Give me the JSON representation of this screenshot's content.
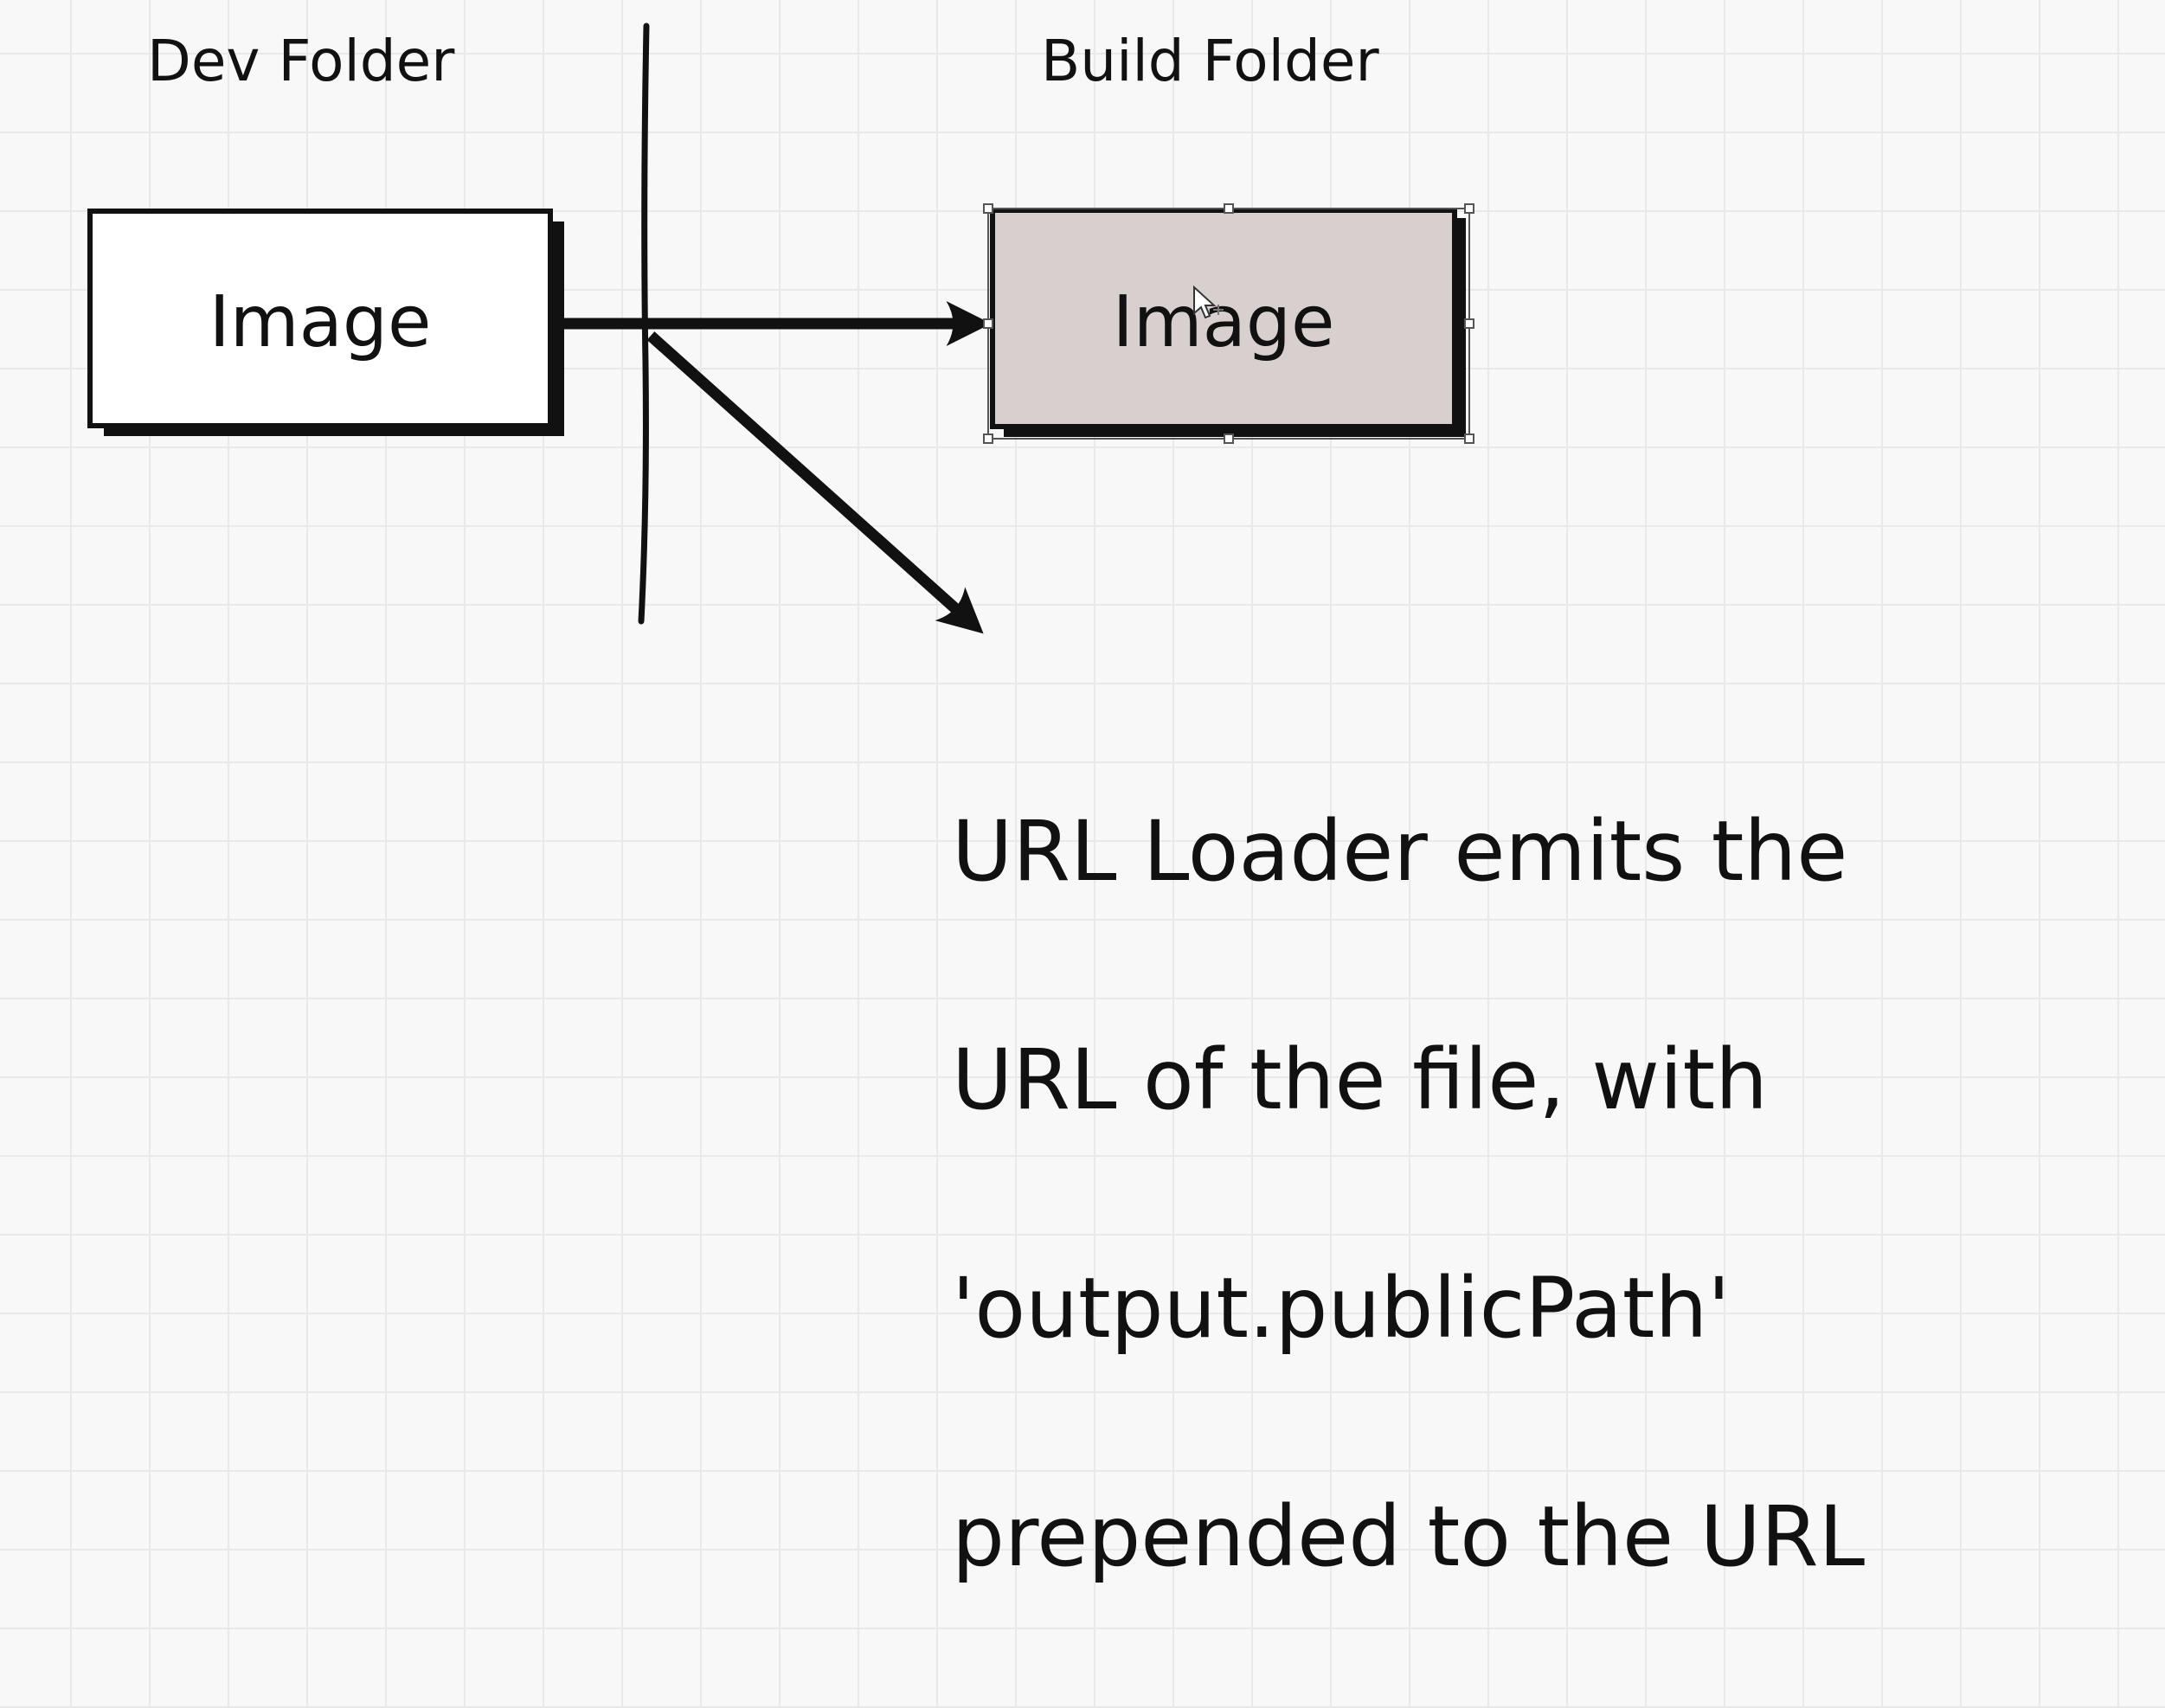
{
  "headings": {
    "dev": "Dev Folder",
    "build": "Build Folder"
  },
  "nodes": {
    "dev_image": {
      "label": "Image",
      "fill": "#ffffff"
    },
    "build_image": {
      "label": "Image",
      "fill": "#d8d0cf",
      "selected": true
    }
  },
  "edges": [
    {
      "from": "dev_image",
      "to": "build_image",
      "style": "arrow"
    },
    {
      "from": "dev_image",
      "to": "note",
      "style": "arrow"
    }
  ],
  "separator": "vertical-line",
  "note": {
    "lines": [
      "URL Loader emits the",
      "URL of the file, with",
      "'output.publicPath'",
      "prepended to the URL"
    ]
  },
  "colors": {
    "stroke": "#111111",
    "grid": "#e9e9e9",
    "background": "#f8f8f8",
    "selection": "#555555"
  }
}
